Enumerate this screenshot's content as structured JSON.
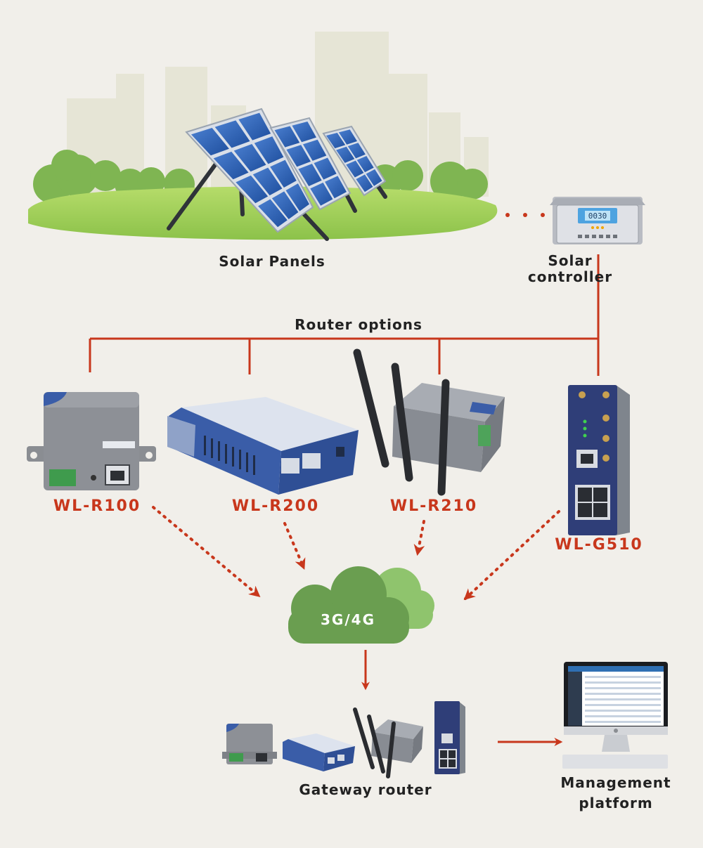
{
  "labels": {
    "solar_panels": "Solar Panels",
    "solar_controller_line1": "Solar",
    "solar_controller_line2": "controller",
    "router_options": "Router options",
    "network": "3G/4G",
    "gateway_router": "Gateway router",
    "management_line1": "Management",
    "management_line2": "platform"
  },
  "routers": [
    {
      "model": "WL-R100"
    },
    {
      "model": "WL-R200"
    },
    {
      "model": "WL-R210"
    },
    {
      "model": "WL-G510"
    }
  ],
  "controller_display": "0030",
  "colors": {
    "accent": "#c8371c",
    "cloud_dark": "#6a9e50",
    "cloud_light": "#8fc46d",
    "router_blue": "#3a5da8",
    "router_grey": "#8d9096",
    "background": "#f1efea"
  }
}
